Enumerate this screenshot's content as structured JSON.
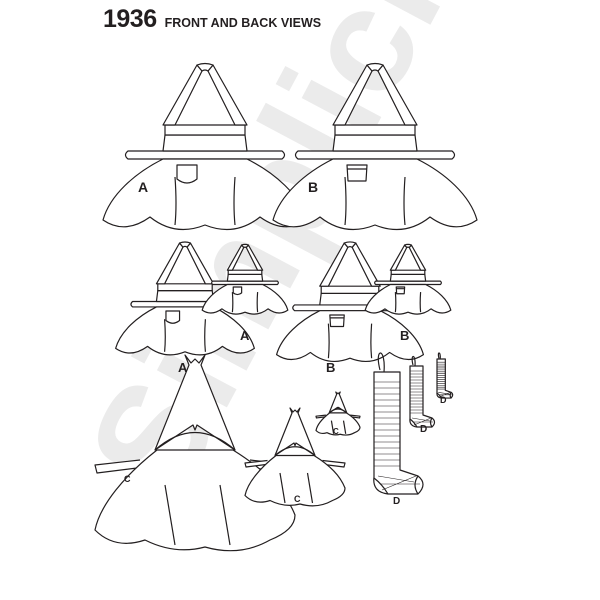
{
  "header": {
    "pattern_number": "1936",
    "title": "FRONT AND BACK VIEWS"
  },
  "watermark": "Simplicity",
  "views": {
    "a_large": "A",
    "b_large": "B",
    "a_medium": "A",
    "a_small": "A",
    "b_medium": "B",
    "b_small": "B",
    "c_large": "C",
    "c_medium": "C",
    "c_small": "C",
    "d_large": "D",
    "d_medium": "D",
    "d_small": "D"
  },
  "colors": {
    "line": "#231f20",
    "watermark": "#ebebeb"
  }
}
